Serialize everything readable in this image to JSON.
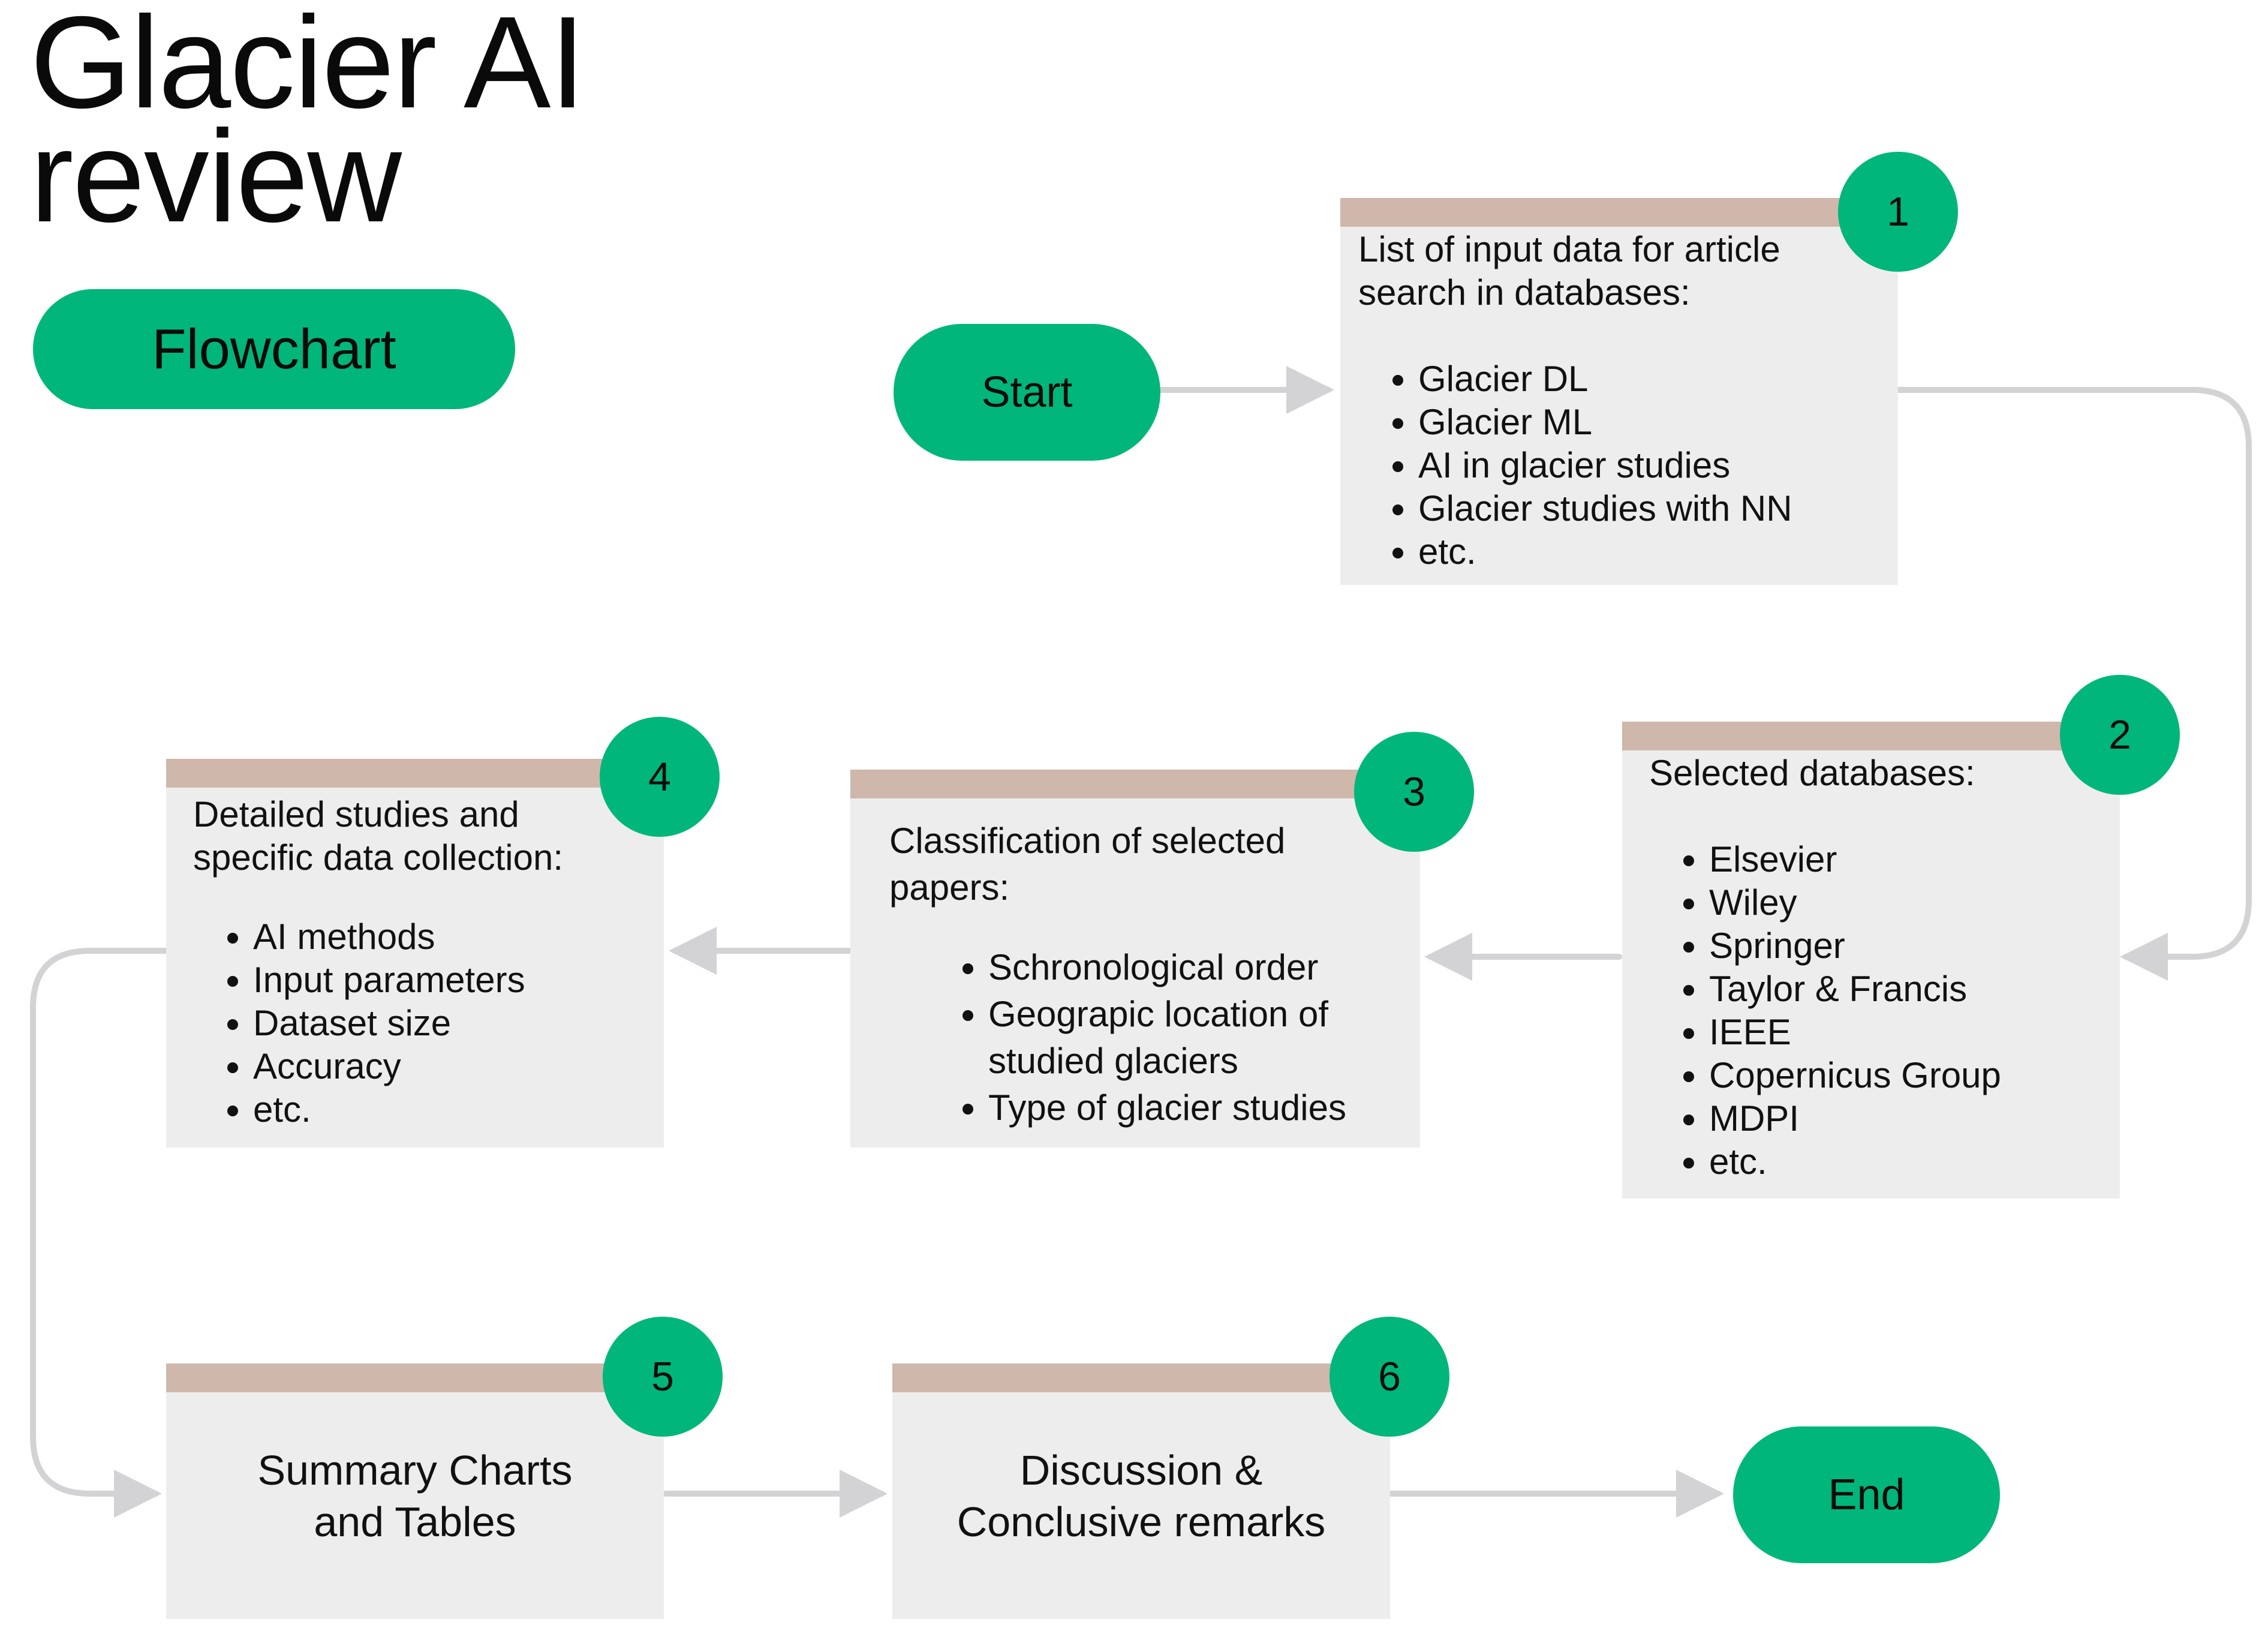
{
  "title": {
    "line1": "Glacier AI",
    "line2": "review"
  },
  "label_pill": "Flowchart",
  "start": "Start",
  "end": "End",
  "steps": [
    {
      "number": "1",
      "heading_line1": "List of input data for article",
      "heading_line2": "search in databases:",
      "items": [
        "Glacier DL",
        "Glacier ML",
        "AI in glacier studies",
        "Glacier studies with NN",
        "etc."
      ]
    },
    {
      "number": "2",
      "heading_line1": "Selected databases:",
      "items": [
        "Elsevier",
        "Wiley",
        "Springer",
        "Taylor & Francis",
        "IEEE",
        "Copernicus Group",
        "MDPI",
        "etc."
      ]
    },
    {
      "number": "3",
      "heading_line1": "Classification of selected",
      "heading_line2": "papers:",
      "items": [
        "Schronological order",
        "Geograpic location of studied glaciers",
        "Type of glacier studies"
      ]
    },
    {
      "number": "4",
      "heading_line1": "Detailed studies and",
      "heading_line2": "specific data collection:",
      "items": [
        "AI methods",
        "Input parameters",
        "Dataset size",
        "Accuracy",
        "etc."
      ]
    },
    {
      "number": "5",
      "text_line1": "Summary Charts",
      "text_line2": "and Tables"
    },
    {
      "number": "6",
      "text_line1": "Discussion &",
      "text_line2": "Conclusive remarks"
    }
  ],
  "colors": {
    "accent_green": "#00b67a",
    "box_fill": "#eeeded",
    "box_header": "#cfb7ab",
    "connector": "#d3d3d6"
  }
}
